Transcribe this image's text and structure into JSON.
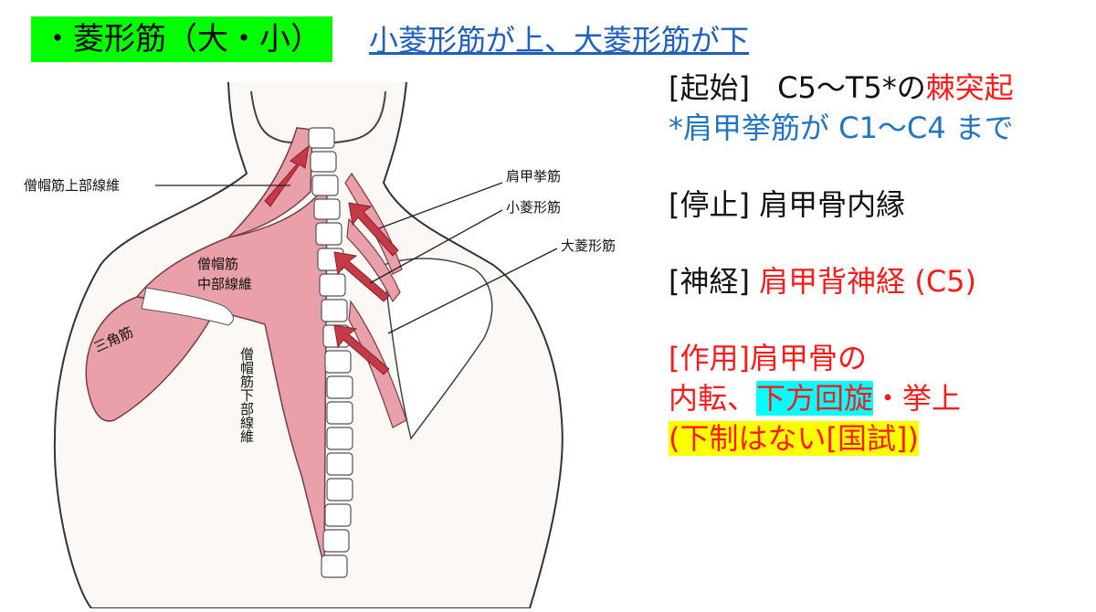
{
  "title": "・菱形筋（大・小）",
  "subtitle": "小菱形筋が上、大菱形筋が下",
  "figure_labels": {
    "upper_trapezius": "僧帽筋上部線維",
    "middle_trapezius_1": "僧帽筋",
    "middle_trapezius_2": "中部線維",
    "lower_trapezius": "僧帽筋下部線維",
    "deltoid": "三角筋",
    "levator_scapulae": "肩甲挙筋",
    "rhomboid_minor": "小菱形筋",
    "rhomboid_major": "大菱形筋"
  },
  "info": {
    "origin_label": "[起始]",
    "origin_value": "C5〜T5*の",
    "origin_red": "棘突起",
    "origin_note": "*肩甲挙筋が C1〜C4 まで",
    "insertion_label": "[停止]",
    "insertion_value": "肩甲骨内縁",
    "nerve_label": "[神経]",
    "nerve_value": "肩甲背神経 (C5)",
    "action_line1": "[作用]肩甲骨の",
    "action_line2_a": "内転、",
    "action_line2_hl": "下方回旋",
    "action_line2_b": "・挙上",
    "action_line3": "(下制はない[国試])"
  },
  "colors": {
    "title_bg": "#00ff00",
    "subtitle": "#1f5fbf",
    "red": "#ff1a1a",
    "blue_note": "#1f74c6",
    "muscle": "#e9a0a8",
    "muscle_dark": "#c43a46",
    "highlight_cyan": "#00ffff",
    "highlight_yellow": "#ffff00"
  }
}
